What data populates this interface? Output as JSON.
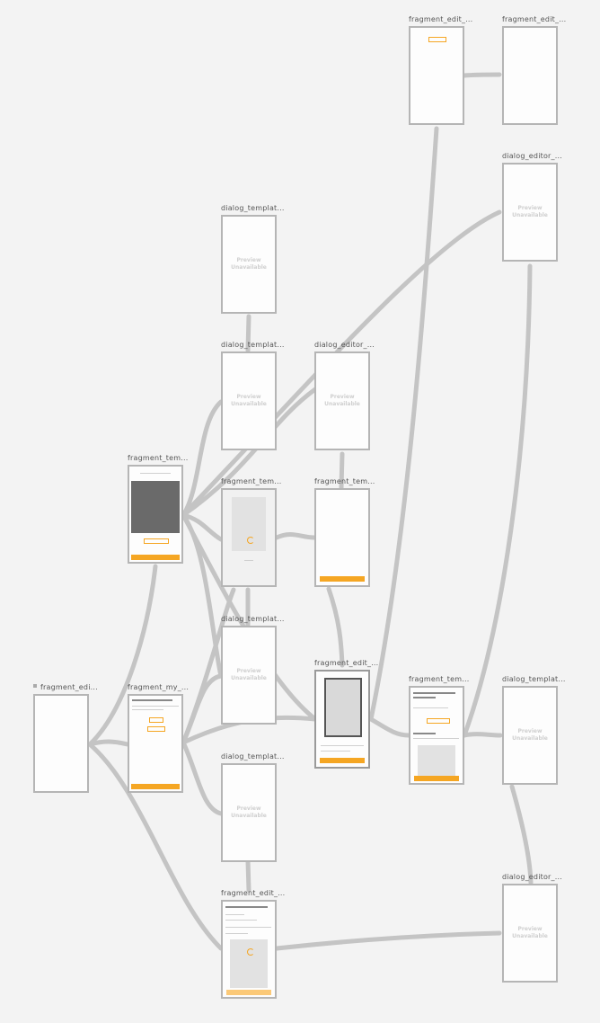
{
  "preview_unavailable": "Preview Unavailable",
  "nodes": [
    {
      "id": "n_edit_top1",
      "label": "fragment_edit_..."
    },
    {
      "id": "n_edit_top2",
      "label": "fragment_edit_..."
    },
    {
      "id": "n_editor_top",
      "label": "dialog_editor_..."
    },
    {
      "id": "n_dt1",
      "label": "dialog_templat..."
    },
    {
      "id": "n_dt2",
      "label": "dialog_templat..."
    },
    {
      "id": "n_de_mid",
      "label": "dialog_editor_..."
    },
    {
      "id": "n_ft_dark",
      "label": "fragment_tem..."
    },
    {
      "id": "n_ft_mid",
      "label": "fragment_tem..."
    },
    {
      "id": "n_ft_right",
      "label": "fragment_tem..."
    },
    {
      "id": "n_dt3",
      "label": "dialog_templat..."
    },
    {
      "id": "n_fe_phone",
      "label": "fragment_edit_..."
    },
    {
      "id": "n_ft_form",
      "label": "fragment_tem..."
    },
    {
      "id": "n_dt_right",
      "label": "dialog_templat..."
    },
    {
      "id": "n_fedit_start",
      "label": "fragment_edi..."
    },
    {
      "id": "n_fmy",
      "label": "fragment_my_..."
    },
    {
      "id": "n_dt4",
      "label": "dialog_templat..."
    },
    {
      "id": "n_fe_bottom",
      "label": "fragment_edit_..."
    },
    {
      "id": "n_de_bottom",
      "label": "dialog_editor_..."
    }
  ]
}
